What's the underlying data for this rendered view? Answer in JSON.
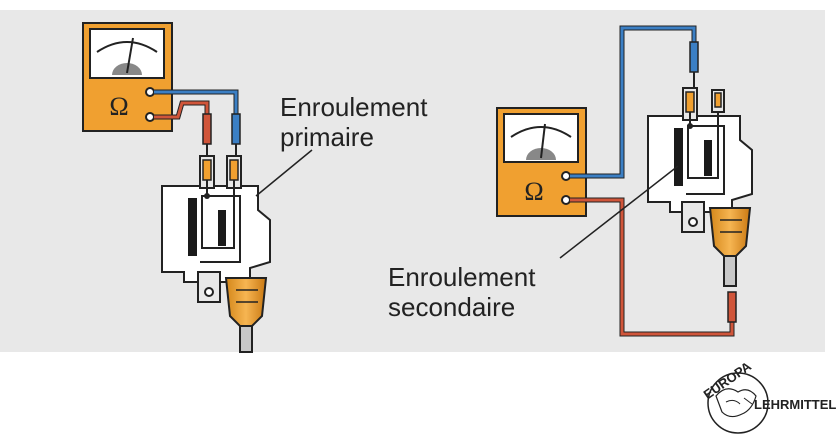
{
  "labels": {
    "primary_line1": "Enroulement",
    "primary_line2": "primaire",
    "secondary_line1": "Enroulement",
    "secondary_line2": "secondaire"
  },
  "meter_symbol": "Ω",
  "logo": {
    "top": "EUROPA",
    "right": "LEHRMITTEL"
  },
  "colors": {
    "background_panel": "#e8e8e8",
    "meter_body": "#f0a030",
    "wire_blue": "#3b7fc4",
    "wire_red": "#d0553a",
    "coil_dark": "#1a1a1a",
    "terminal_orange": "#f0a030"
  }
}
